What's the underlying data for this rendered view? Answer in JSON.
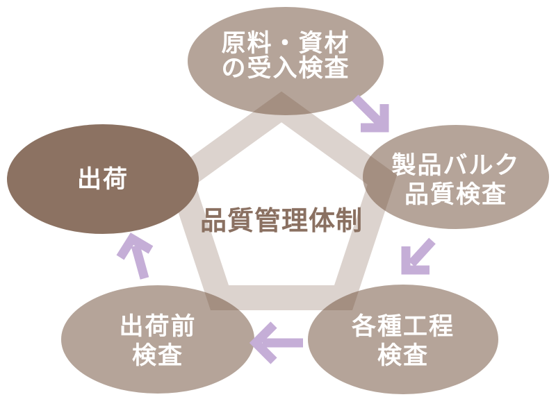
{
  "diagram": {
    "title": "品質管理体制",
    "nodes": [
      {
        "id": "incoming-inspection",
        "position": "top",
        "lines": [
          "原料・資材",
          "の受入検査"
        ],
        "highlighted": false
      },
      {
        "id": "bulk-quality-inspection",
        "position": "right",
        "lines": [
          "製品バルク",
          "品質検査"
        ],
        "highlighted": false
      },
      {
        "id": "process-inspections",
        "position": "bottom-right",
        "lines": [
          "各種工程",
          "検査"
        ],
        "highlighted": false
      },
      {
        "id": "pre-shipment-inspection",
        "position": "bottom-left",
        "lines": [
          "出荷前",
          "検査"
        ],
        "highlighted": false
      },
      {
        "id": "shipment",
        "position": "left",
        "lines": [
          "出荷"
        ],
        "highlighted": true
      }
    ],
    "flow_order": [
      "incoming-inspection",
      "bulk-quality-inspection",
      "process-inspections",
      "pre-shipment-inspection",
      "shipment"
    ],
    "colors": {
      "background": "#ffffff",
      "node_fill": "#b5a499",
      "node_highlight_fill": "#8c7262",
      "node_text": "#ffffff",
      "title_text": "#8a7061",
      "pentagon_band": "rgba(115,79,59,0.25)",
      "arrow": "#c5aed7"
    }
  }
}
